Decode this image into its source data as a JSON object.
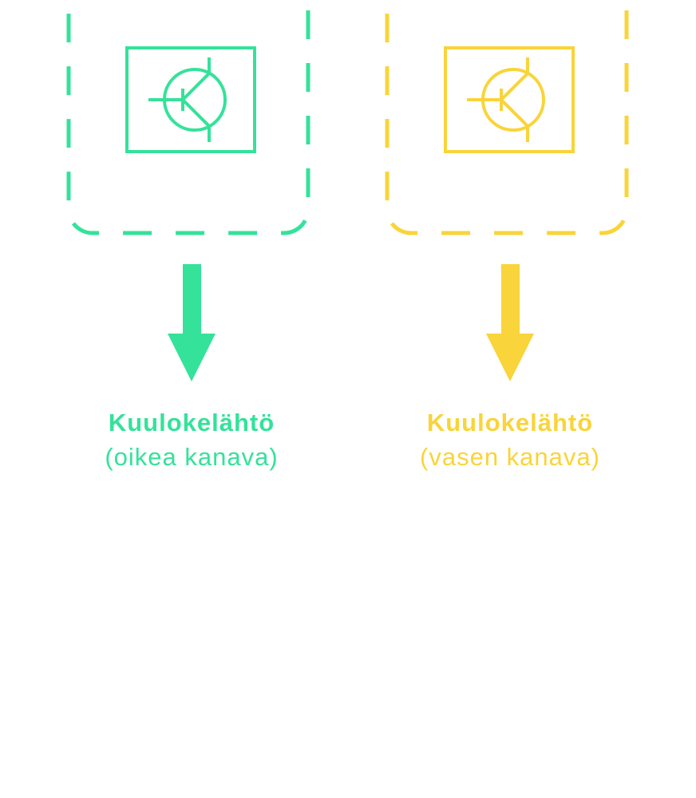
{
  "colors": {
    "right": "#34E29A",
    "left": "#F9D43A"
  },
  "channels": [
    {
      "title": "Kuulokelähtö",
      "subtitle": "(oikea kanava)",
      "icon": "transistor-icon"
    },
    {
      "title": "Kuulokelähtö",
      "subtitle": "(vasen kanava)",
      "icon": "transistor-icon"
    }
  ]
}
